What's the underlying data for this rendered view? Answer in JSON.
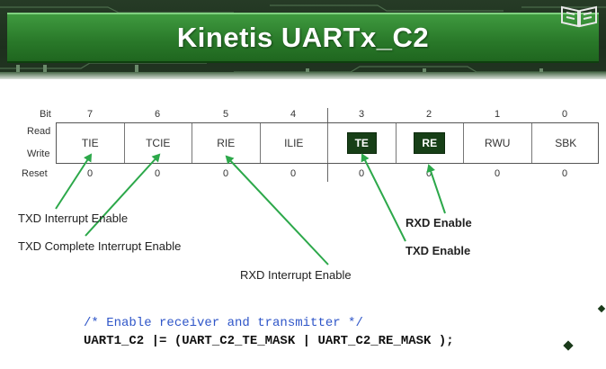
{
  "header": {
    "title": "Kinetis UARTx_C2",
    "logo_icon": "open-book-icon"
  },
  "register": {
    "bit_label": "Bit",
    "read_label": "Read",
    "write_label": "Write",
    "reset_label": "Reset",
    "bits": [
      "7",
      "6",
      "5",
      "4",
      "3",
      "2",
      "1",
      "0"
    ],
    "fields": [
      "TIE",
      "TCIE",
      "RIE",
      "ILIE",
      "TE",
      "RE",
      "RWU",
      "SBK"
    ],
    "highlighted_fields": [
      "TE",
      "RE"
    ],
    "reset_values": [
      "0",
      "0",
      "0",
      "0",
      "0",
      "0",
      "0",
      "0"
    ],
    "highlight_color": "#173f17",
    "arrow_color": "#2ca84a"
  },
  "annotations": {
    "tie": "TXD Interrupt Enable",
    "tcie": "TXD Complete Interrupt Enable",
    "rie": "RXD Interrupt Enable",
    "re": "RXD Enable",
    "te": "TXD Enable"
  },
  "code": {
    "comment": "/* Enable receiver and transmitter */",
    "statement": "UART1_C2 |= (UART_C2_TE_MASK | UART_C2_RE_MASK );"
  }
}
